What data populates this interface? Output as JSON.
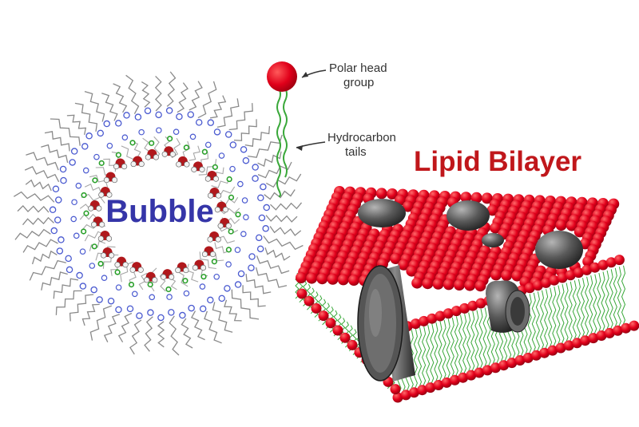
{
  "labels": {
    "polar_head_line1": "Polar head",
    "polar_head_line2": "group",
    "hydrocarbon_line1": "Hydrocarbon",
    "hydrocarbon_line2": "tails",
    "bubble_title": "Bubble",
    "bilayer_title": "Lipid Bilayer"
  },
  "colors": {
    "bubble_title": "#3535a8",
    "bilayer_title": "#c0171b",
    "polar_head": "#e0001a",
    "tail": "#3aa83a",
    "bubble_tail": "#8a8a8a",
    "bubble_head": "#4a5ad0",
    "counter_ion": "#2aa02a",
    "water_oxygen": "#b0181c",
    "protein": "#4a4a4a"
  }
}
